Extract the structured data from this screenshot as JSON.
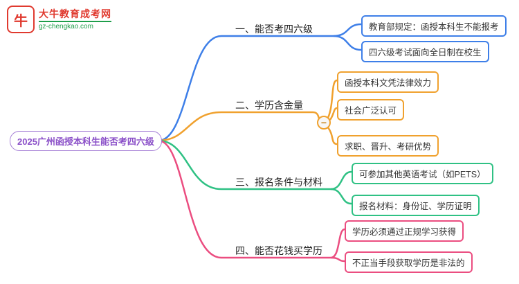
{
  "logo": {
    "icon_char": "牛",
    "title": "大牛教育成考网",
    "subtitle": "gz-chengkao.com"
  },
  "root": {
    "label": "2025广州函授本科生能否考四六级",
    "color": "#8a4fc8"
  },
  "branches": [
    {
      "label": "一、能否考四六级",
      "color": "#3e7fe8",
      "children": [
        "教育部规定：函授本科生不能报考",
        "四六级考试面向全日制在校生"
      ]
    },
    {
      "label": "二、学历含金量",
      "color": "#f0a12e",
      "collapse_label": "−",
      "children": [
        "函授本科文凭法律效力",
        "社会广泛认可",
        "求职、晋升、考研优势"
      ]
    },
    {
      "label": "三、报名条件与材料",
      "color": "#2fc184",
      "children": [
        "可参加其他英语考试（如PETS）",
        "报名材料：身份证、学历证明"
      ]
    },
    {
      "label": "四、能否花钱买学历",
      "color": "#eb4d80",
      "children": [
        "学历必须通过正规学习获得",
        "不正当手段获取学历是非法的"
      ]
    }
  ]
}
